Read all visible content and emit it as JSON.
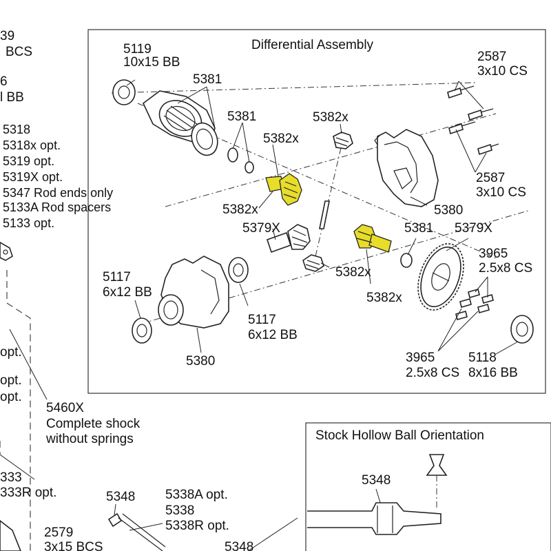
{
  "boxes": {
    "diff_title": "Differential Assembly",
    "ball_title": "Stock Hollow Ball Orientation"
  },
  "diff_labels": {
    "p5119": "5119",
    "p5119_sub": "10x15 BB",
    "p5381_a": "5381",
    "p5381_b": "5381",
    "p5382x_a": "5382x",
    "p5382x_b": "5382x",
    "p5382x_c": "5382x",
    "p5382x_d": "5382x",
    "p5382x_e": "5382x",
    "p2587_a": "2587",
    "p2587_a_sub": "3x10 CS",
    "p2587_b": "2587",
    "p2587_b_sub": "3x10 CS",
    "p5380_a": "5380",
    "p5380_b": "5380",
    "p5379x_a": "5379X",
    "p5379x_b": "5379X",
    "p5381_c": "5381",
    "p3965_a": "3965",
    "p3965_a_sub": "2.5x8 CS",
    "p3965_b": "3965",
    "p3965_b_sub": "2.5x8 CS",
    "p5117_a": "5117",
    "p5117_a_sub": "6x12 BB",
    "p5117_b": "5117",
    "p5117_b_sub": "6x12 BB",
    "p5118": "5118",
    "p5118_sub": "8x16 BB"
  },
  "left_labels": {
    "edge1": "39",
    "edge2": "BCS",
    "edge3": "6",
    "edge4": "l BB",
    "l5318": "5318",
    "l5318x": "5318x opt.",
    "l5319": "5319 opt.",
    "l5319x": "5319X opt.",
    "l5347": "5347 Rod ends only",
    "l5133a": "5133A Rod spacers",
    "l5133": "5133 opt.",
    "opt1": "opt.",
    "opt2": "opt.",
    "opt3": "opt.",
    "shock": "5460X",
    "shock_l2": "Complete shock",
    "shock_l3": "without springs",
    "b333": "333",
    "b333r": "333R opt.",
    "b5348": "5348",
    "b5338a": "5338A opt.",
    "b5338": "5338",
    "b5338r": "5338R  opt.",
    "b2579": "2579",
    "b2579_sub": "3x15 BCS",
    "b5348_b": "5348",
    "ball5348": "5348"
  }
}
